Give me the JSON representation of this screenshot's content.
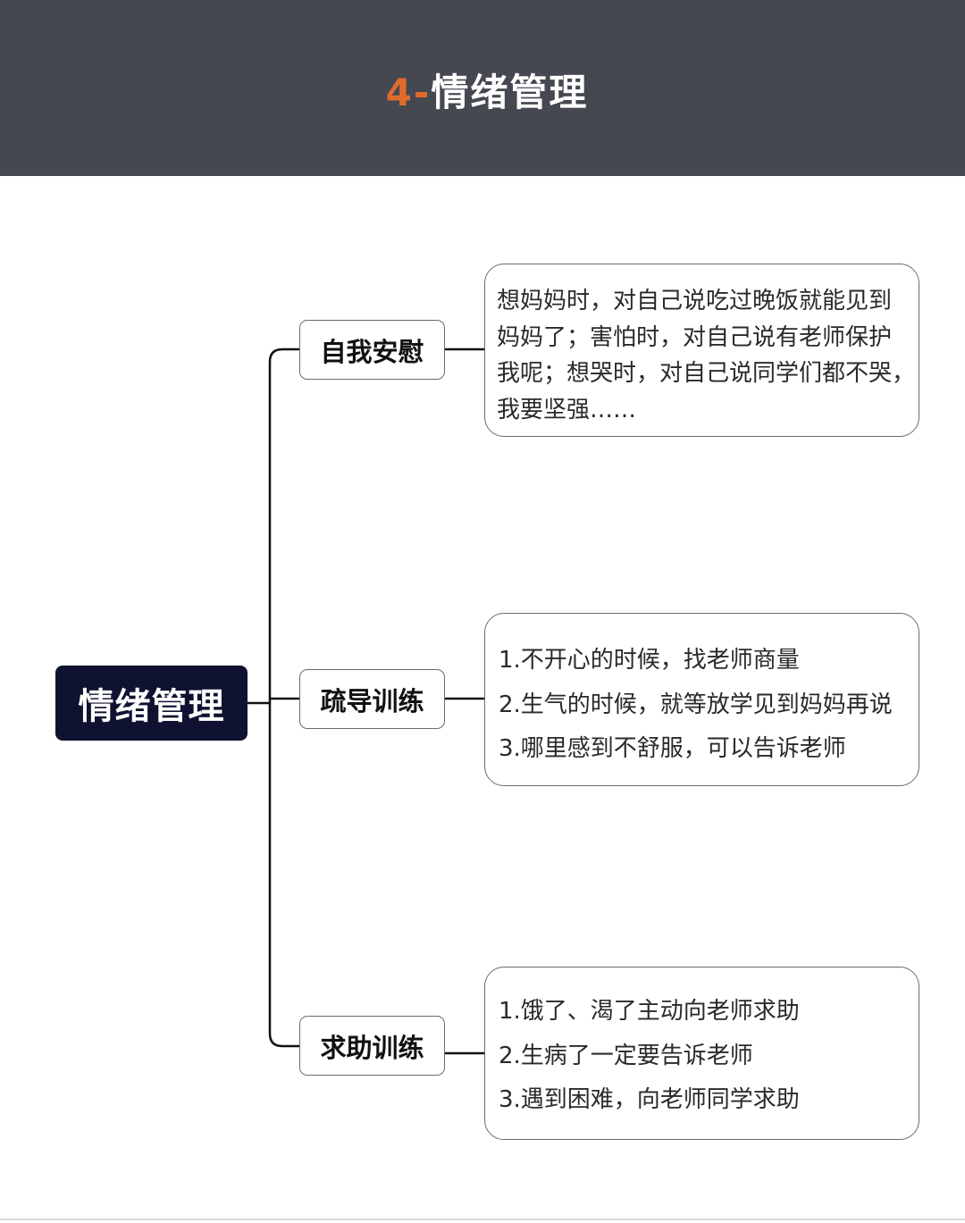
{
  "header": {
    "title_number": "4-",
    "title_text": "情绪管理"
  },
  "root": {
    "label": "情绪管理"
  },
  "branches": [
    {
      "label": "自我安慰",
      "lines": [
        "想妈妈时，对自己说吃过晚饭就能见到",
        "妈妈了；害怕时，对自己说有老师保护",
        "我呢；想哭时，对自己说同学们都不哭，",
        "我要坚强……"
      ]
    },
    {
      "label": "疏导训练",
      "lines": [
        "1.不开心的时候，找老师商量",
        "2.生气的时候，就等放学见到妈妈再说",
        "3.哪里感到不舒服，可以告诉老师"
      ]
    },
    {
      "label": "求助训练",
      "lines": [
        "1.饿了、渴了主动向老师求助",
        "2.生病了一定要告诉老师",
        "3.遇到困难，向老师同学求助"
      ]
    }
  ],
  "colors": {
    "header_bg": "#464851",
    "title_accent": "#e06a2c",
    "root_bg": "#0f1230",
    "line": "#111111"
  }
}
